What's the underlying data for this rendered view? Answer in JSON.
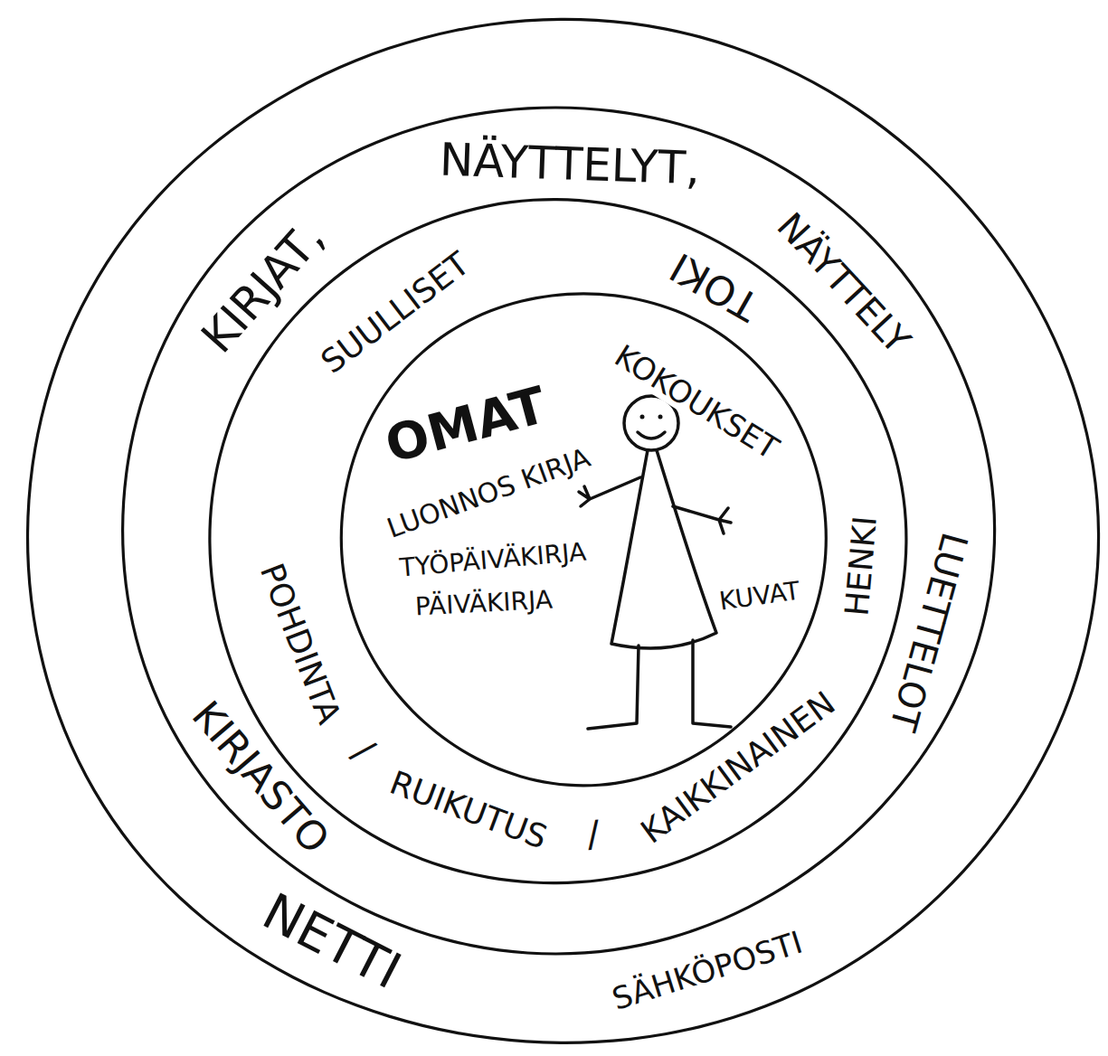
{
  "diagram": {
    "nodes": [
      {
        "text": [
          "NETTI",
          "SÄHKÖPOSTI"
        ]
      },
      {
        "text": [
          "KIRJAT,",
          "NÄYTTELYT,",
          "NÄYTTELY",
          "LUETTELOT",
          "KIRJASTO"
        ],
        "in": 0
      },
      {
        "text": [
          "SUULLISET",
          "TOKI",
          "HENKI",
          "POHDINTA",
          "/",
          "RUIKUTUS",
          "/",
          "KAIKKINAINEN"
        ],
        "in": 1
      },
      {
        "text": [
          "OMAT",
          "KOKOUKSET",
          "LUONNOS KIRJA",
          "TYÖPÄIVÄKIRJA",
          "PÄIVÄKIRJA",
          "KUVAT"
        ],
        "in": 2
      }
    ]
  }
}
